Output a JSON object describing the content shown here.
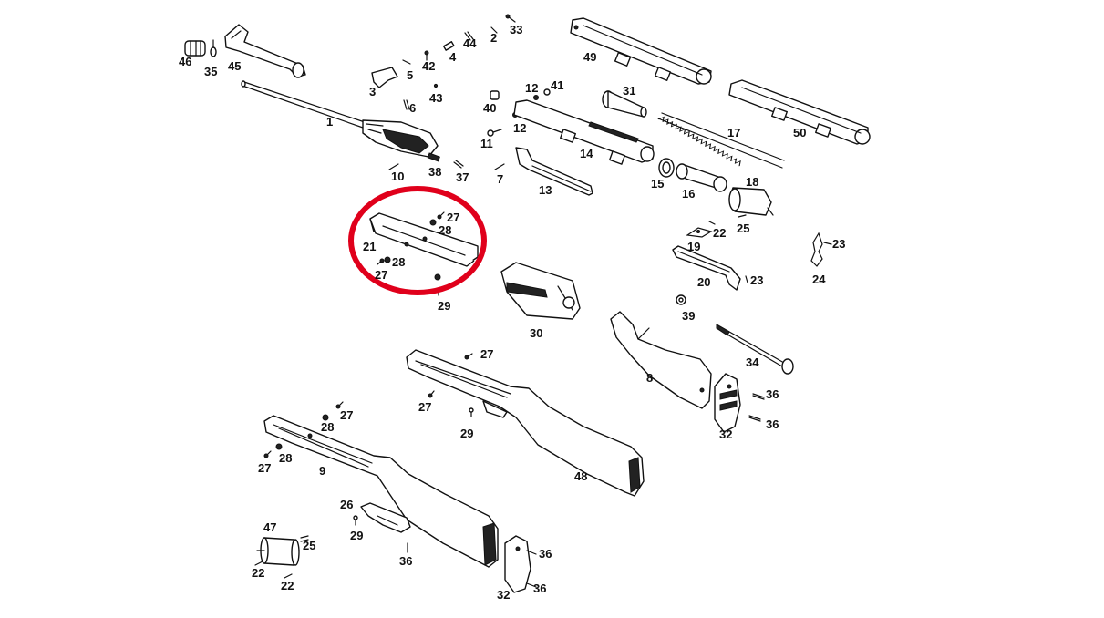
{
  "diagram": {
    "highlight_color": "#e0001b",
    "line_color": "#111111",
    "background": "#ffffff",
    "labels": [
      {
        "id": "l46",
        "text": "46"
      },
      {
        "id": "l35",
        "text": "35"
      },
      {
        "id": "l45",
        "text": "45"
      },
      {
        "id": "l33",
        "text": "33"
      },
      {
        "id": "l2",
        "text": "2"
      },
      {
        "id": "l44",
        "text": "44"
      },
      {
        "id": "l4",
        "text": "4"
      },
      {
        "id": "l42",
        "text": "42"
      },
      {
        "id": "l5",
        "text": "5"
      },
      {
        "id": "l3",
        "text": "3"
      },
      {
        "id": "l43",
        "text": "43"
      },
      {
        "id": "l6",
        "text": "6"
      },
      {
        "id": "l1",
        "text": "1"
      },
      {
        "id": "l10",
        "text": "10"
      },
      {
        "id": "l38",
        "text": "38"
      },
      {
        "id": "l37",
        "text": "37"
      },
      {
        "id": "l49",
        "text": "49"
      },
      {
        "id": "l12a",
        "text": "12"
      },
      {
        "id": "l41",
        "text": "41"
      },
      {
        "id": "l31",
        "text": "31"
      },
      {
        "id": "l40",
        "text": "40"
      },
      {
        "id": "l12b",
        "text": "12"
      },
      {
        "id": "l11",
        "text": "11"
      },
      {
        "id": "l17",
        "text": "17"
      },
      {
        "id": "l50",
        "text": "50"
      },
      {
        "id": "l14",
        "text": "14"
      },
      {
        "id": "l7",
        "text": "7"
      },
      {
        "id": "l13",
        "text": "13"
      },
      {
        "id": "l15",
        "text": "15"
      },
      {
        "id": "l16",
        "text": "16"
      },
      {
        "id": "l18",
        "text": "18"
      },
      {
        "id": "l27a",
        "text": "27"
      },
      {
        "id": "l28a",
        "text": "28"
      },
      {
        "id": "l21",
        "text": "21"
      },
      {
        "id": "l28b",
        "text": "28"
      },
      {
        "id": "l27b",
        "text": "27"
      },
      {
        "id": "l29a",
        "text": "29"
      },
      {
        "id": "l22a",
        "text": "22"
      },
      {
        "id": "l25a",
        "text": "25"
      },
      {
        "id": "l19",
        "text": "19"
      },
      {
        "id": "l23a",
        "text": "23"
      },
      {
        "id": "l24",
        "text": "24"
      },
      {
        "id": "l20",
        "text": "20"
      },
      {
        "id": "l23b",
        "text": "23"
      },
      {
        "id": "l30",
        "text": "30"
      },
      {
        "id": "l39",
        "text": "39"
      },
      {
        "id": "l27c",
        "text": "27"
      },
      {
        "id": "l34",
        "text": "34"
      },
      {
        "id": "l8",
        "text": "8"
      },
      {
        "id": "l36a",
        "text": "36"
      },
      {
        "id": "l27d",
        "text": "27"
      },
      {
        "id": "l29b",
        "text": "29"
      },
      {
        "id": "l36b",
        "text": "36"
      },
      {
        "id": "l32a",
        "text": "32"
      },
      {
        "id": "l27e",
        "text": "27"
      },
      {
        "id": "l28c",
        "text": "28"
      },
      {
        "id": "l48",
        "text": "48"
      },
      {
        "id": "l27f",
        "text": "27"
      },
      {
        "id": "l28d",
        "text": "28"
      },
      {
        "id": "l9",
        "text": "9"
      },
      {
        "id": "l26",
        "text": "26"
      },
      {
        "id": "l29c",
        "text": "29"
      },
      {
        "id": "l47",
        "text": "47"
      },
      {
        "id": "l25b",
        "text": "25"
      },
      {
        "id": "l36c",
        "text": "36"
      },
      {
        "id": "l36d",
        "text": "36"
      },
      {
        "id": "l22b",
        "text": "22"
      },
      {
        "id": "l22c",
        "text": "22"
      },
      {
        "id": "l32b",
        "text": "32"
      },
      {
        "id": "l36e",
        "text": "36"
      }
    ]
  }
}
